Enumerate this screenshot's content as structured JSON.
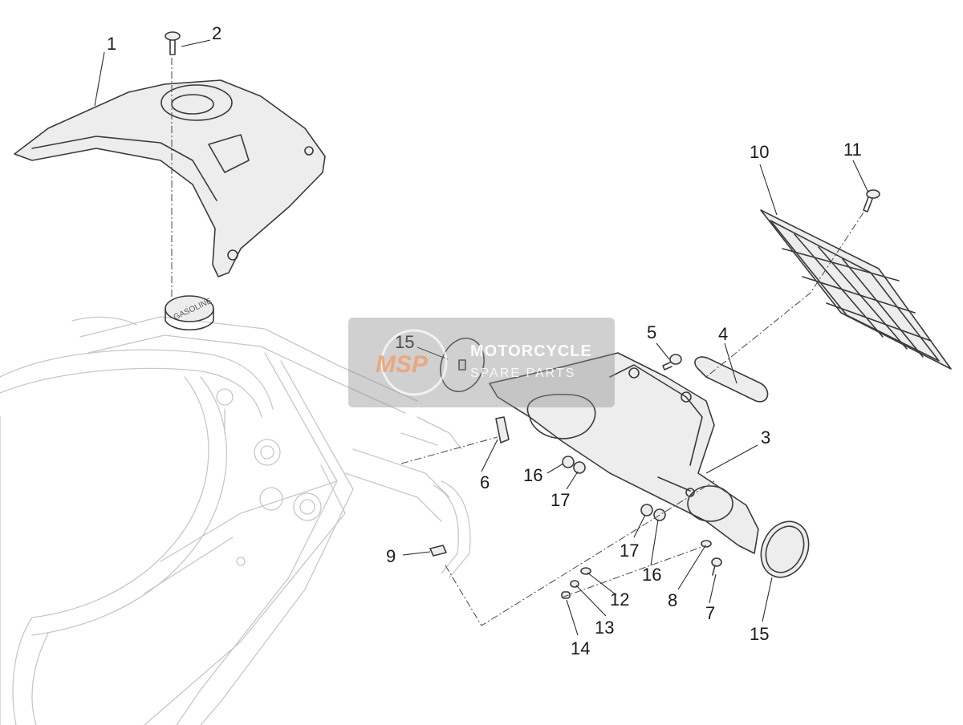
{
  "diagram": {
    "callouts": [
      {
        "id": "c1",
        "label": "1"
      },
      {
        "id": "c2",
        "label": "2"
      },
      {
        "id": "c3",
        "label": "3"
      },
      {
        "id": "c4",
        "label": "4"
      },
      {
        "id": "c5",
        "label": "5"
      },
      {
        "id": "c6",
        "label": "6"
      },
      {
        "id": "c7",
        "label": "7"
      },
      {
        "id": "c8",
        "label": "8"
      },
      {
        "id": "c9",
        "label": "9"
      },
      {
        "id": "c10",
        "label": "10"
      },
      {
        "id": "c11",
        "label": "11"
      },
      {
        "id": "c12",
        "label": "12"
      },
      {
        "id": "c13",
        "label": "13"
      },
      {
        "id": "c14",
        "label": "14"
      },
      {
        "id": "c15a",
        "label": "15"
      },
      {
        "id": "c15b",
        "label": "15"
      },
      {
        "id": "c16a",
        "label": "16"
      },
      {
        "id": "c16b",
        "label": "16"
      },
      {
        "id": "c17a",
        "label": "17"
      },
      {
        "id": "c17b",
        "label": "17"
      }
    ],
    "fuel_cap_text": "GASOLINE"
  },
  "watermark": {
    "logo": "MSP",
    "line1": "MOTORCYCLE",
    "line2": "SPARE PARTS"
  }
}
